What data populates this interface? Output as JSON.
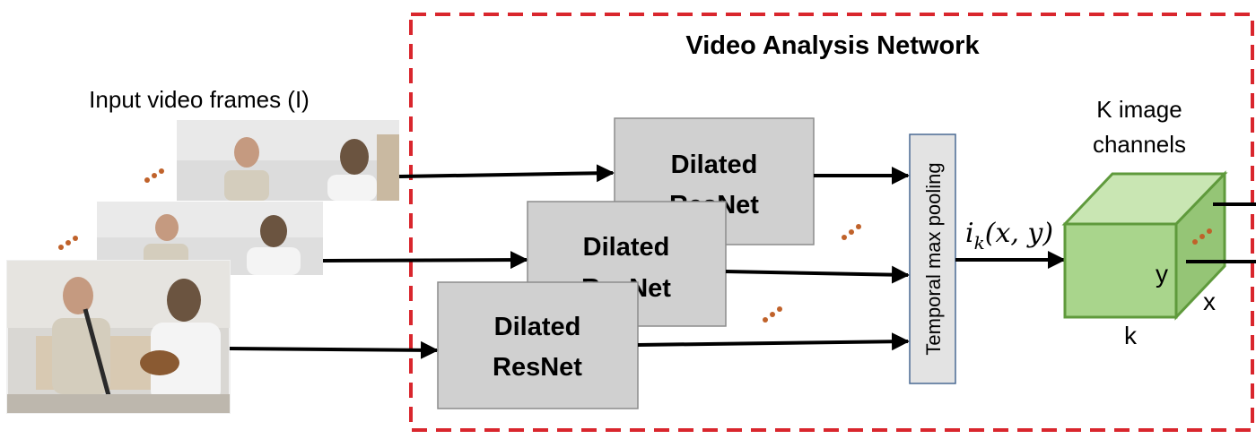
{
  "title": "Video Analysis Network",
  "input_label": "Input video frames (I)",
  "resnet_blocks": [
    {
      "line1": "Dilated",
      "line2": "ResNet"
    },
    {
      "line1": "Dilated",
      "line2": "ResNet"
    },
    {
      "line1": "Dilated",
      "line2": "ResNet"
    }
  ],
  "pooling_label": "Temporal max pooling",
  "feature_label": "i",
  "feature_subscript": "k",
  "feature_args": "(x, y)",
  "channels_label_line1": "K image",
  "channels_label_line2": "channels",
  "cube_axis_y": "y",
  "cube_axis_x": "x",
  "cube_axis_k": "k",
  "colors": {
    "dashed_border": "#d9262d",
    "block_fill": "#d0d0d0",
    "block_stroke": "#8c8c8c",
    "pool_fill": "#e3e3e3",
    "pool_stroke": "#4a6a94",
    "cube_front": "#a9d58c",
    "cube_top": "#c9e6b3",
    "cube_side": "#95c576",
    "cube_stroke": "#5f9a3c",
    "ellipsis_dots": "#c0622a",
    "arrows": "#000000"
  }
}
